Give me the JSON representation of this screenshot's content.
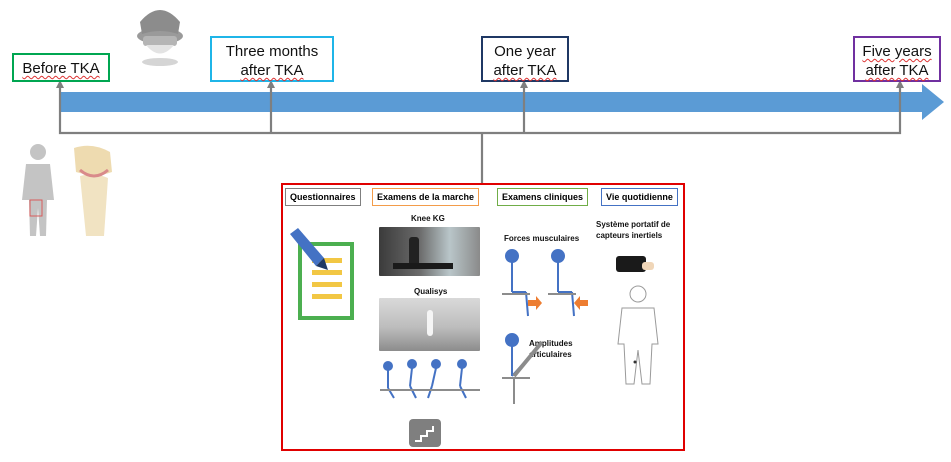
{
  "timeline": {
    "milestones": [
      {
        "line1": "Before TKA",
        "line2": ""
      },
      {
        "line1": "Three months",
        "line2": "after TKA"
      },
      {
        "line1": "One year",
        "line2": "after TKA"
      },
      {
        "line1": "Five years",
        "line2": "after TKA"
      }
    ],
    "colors": {
      "arrow": "#5b9bd5",
      "connector": "#7f7f7f",
      "before": "#00a651",
      "three_months": "#1fb5e8",
      "one_year": "#1f3864",
      "five_years": "#7030a0",
      "panel_border": "#e00000"
    }
  },
  "panel": {
    "tabs": [
      {
        "label": "Questionnaires",
        "color": "#7f7f7f"
      },
      {
        "label": "Examens de la marche",
        "color": "#f39c4a"
      },
      {
        "label": "Examens cliniques",
        "color": "#70ad47"
      },
      {
        "label": "Vie quotidienne",
        "color": "#4472c4"
      }
    ],
    "gait": {
      "knee_kg": "Knee KG",
      "qualisys": "Qualisys"
    },
    "clinical": {
      "forces": "Forces musculaires",
      "amplitudes_1": "Amplitudes",
      "amplitudes_2": "articulaires"
    },
    "daily": {
      "system_1": "Système portatif de",
      "system_2": "capteurs inertiels"
    }
  },
  "icons": [
    "knee-implant-icon",
    "human-body-knee-icon",
    "questionnaire-icon",
    "stairs-icon",
    "inertial-sensor-icon",
    "body-outline-icon"
  ]
}
